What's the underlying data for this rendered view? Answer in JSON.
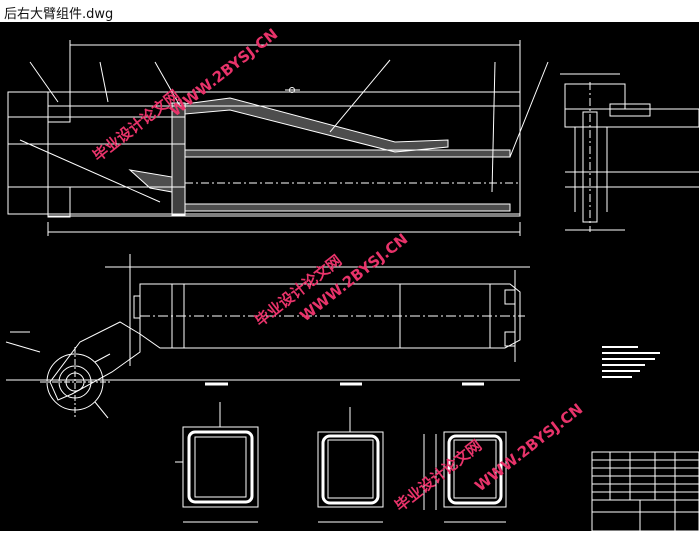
{
  "window": {
    "title": "后右大臂组件.dwg"
  },
  "watermark": {
    "brand_cn": "毕业设计论文网",
    "brand_url": "WWW.2BYSJ.CN",
    "color": "#e8336a"
  },
  "colors": {
    "background": "#000000",
    "line": "#ffffff",
    "accent": "#ffff66"
  }
}
